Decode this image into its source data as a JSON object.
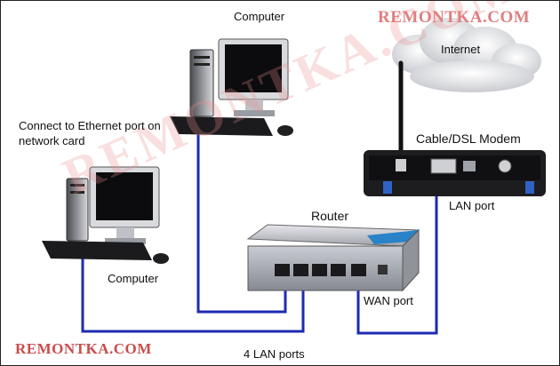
{
  "labels": {
    "computer_top": "Computer",
    "computer_left": "Computer",
    "connect_note": "Connect to Ethernet port on network card",
    "internet": "Internet",
    "modem": "Cable/DSL Modem",
    "modem_lan_port": "LAN port",
    "router": "Router",
    "wan_port": "WAN port",
    "lan_ports": "4 LAN ports"
  },
  "watermarks": {
    "top": "REMONTKA.COM",
    "bottom": "REMONTKA.COM",
    "diagonal": "REMONTKA.COM"
  },
  "colors": {
    "cable": "#1c2bb0",
    "router_accent": "#2a82c8",
    "watermark": "#e07f7f"
  }
}
